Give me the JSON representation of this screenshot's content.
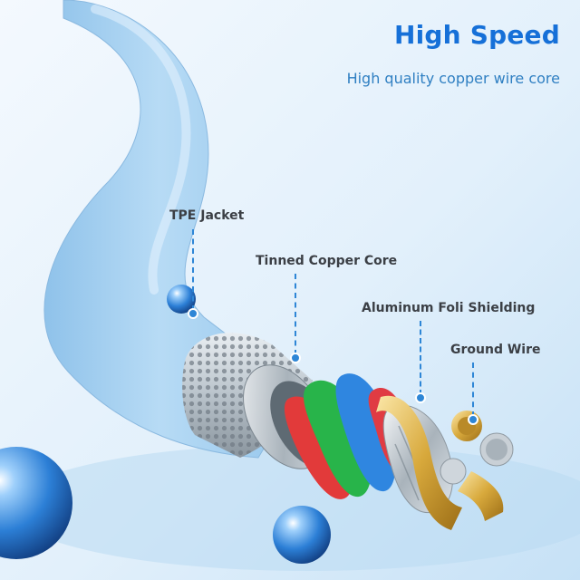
{
  "header": {
    "title": "High Speed",
    "subtitle": "High quality copper wire core"
  },
  "callouts": [
    {
      "label": "TPE Jacket"
    },
    {
      "label": "Tinned Copper Core"
    },
    {
      "label": "Aluminum Foli Shielding"
    },
    {
      "label": "Ground Wire"
    }
  ],
  "colors": {
    "headline": "#1670d8",
    "subtitle": "#2f7fc2",
    "label_text": "#3b3f45",
    "leader_line": "#2e86d6",
    "cable_jacket": "#a9d3f2",
    "background": "#d6ebfa",
    "wire_red": "#e23a3a",
    "wire_green": "#28b44a",
    "wire_blue": "#2f86e0"
  }
}
